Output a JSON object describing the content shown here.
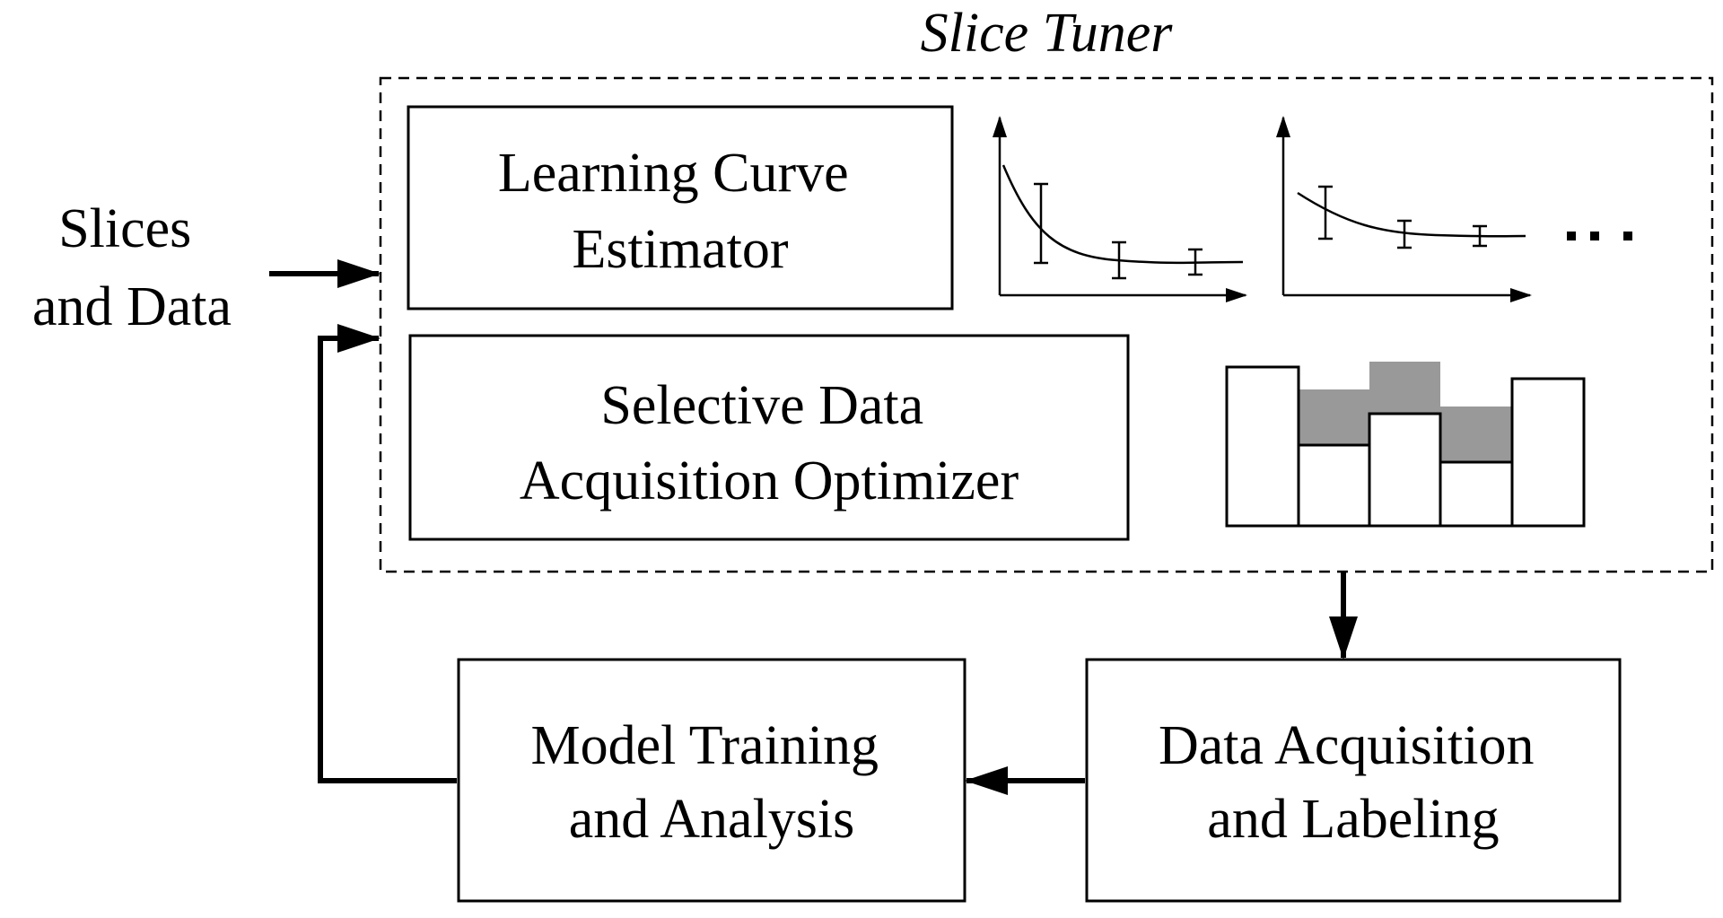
{
  "title": "Slice Tuner",
  "input_label": [
    "Slices",
    "and Data"
  ],
  "learning_curve_estimator": [
    "Learning Curve",
    "Estimator"
  ],
  "optimizer": [
    "Selective Data",
    "Acquisition Optimizer"
  ],
  "model_training": [
    "Model Training",
    "and Analysis"
  ],
  "data_acquisition": [
    "Data Acquisition",
    "and Labeling"
  ],
  "ellipsis": "...",
  "colors": {
    "stroke": "#000000",
    "acquired_fill": "#999999",
    "background": "#ffffff"
  }
}
